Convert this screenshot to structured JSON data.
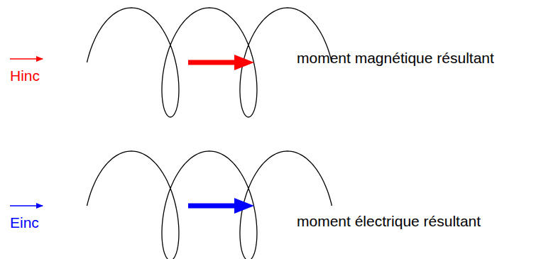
{
  "diagram": {
    "labels": [
      "Hinc",
      "moment magnétique résultant",
      "Einc",
      "moment électrique résultant"
    ]
  }
}
